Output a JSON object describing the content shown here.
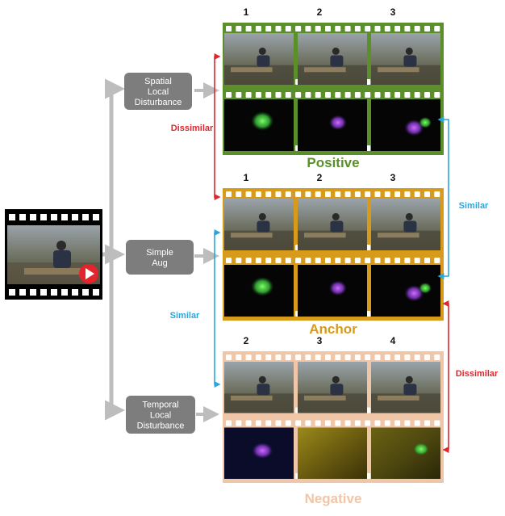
{
  "boxes": {
    "spatial": [
      "Spatial",
      "Local",
      "Disturbance"
    ],
    "simple": [
      "Simple",
      "Aug"
    ],
    "temporal": [
      "Temporal",
      "Local",
      "Disturbance"
    ]
  },
  "strips": {
    "positive": {
      "label": "Positive",
      "frames": [
        "1",
        "2",
        "3"
      ]
    },
    "anchor": {
      "label": "Anchor",
      "frames": [
        "1",
        "2",
        "3"
      ]
    },
    "negative": {
      "label": "Negative",
      "frames": [
        "2",
        "3",
        "4"
      ]
    }
  },
  "relations": {
    "left_top": "Dissimilar",
    "left_bottom": "Similar",
    "right_top": "Similar",
    "right_bottom": "Dissimilar"
  },
  "colors": {
    "positive": "#5b8f2a",
    "anchor": "#d89a1a",
    "negative": "#f0c6a8",
    "box": "#7d7d7d",
    "arrow_gray": "#bdbdbd",
    "red": "#e0262e",
    "blue": "#2aa6dc"
  }
}
